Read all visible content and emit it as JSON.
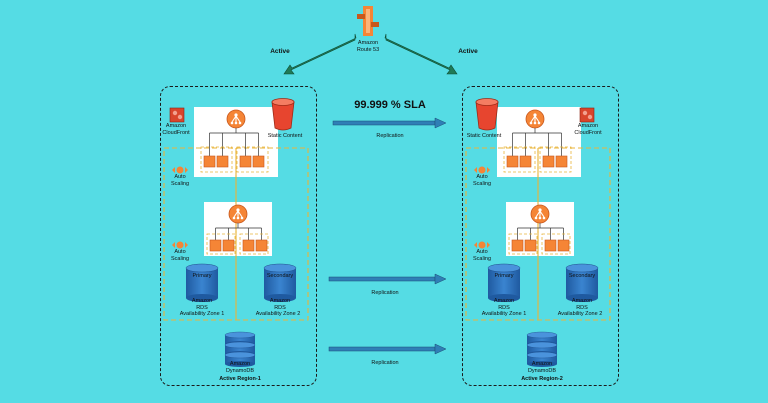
{
  "route53": {
    "name": "Amazon",
    "name2": "Route 53",
    "icon": "route53-icon"
  },
  "active_left": "Active",
  "active_right": "Active",
  "sla": "99.999 % SLA",
  "replication": [
    "Replication",
    "Replication",
    "Replication"
  ],
  "left": {
    "cloudfront": [
      "Amazon",
      "CloudFront"
    ],
    "static_content": "Static Content",
    "autoscaling_top": [
      "Auto",
      "Scaling"
    ],
    "autoscaling_mid": [
      "Auto",
      "Scaling"
    ],
    "primary_label": "Primary",
    "secondary_label": "Secondary",
    "rds1": [
      "Amazon",
      "RDS"
    ],
    "rds2": [
      "Amazon",
      "RDS"
    ],
    "zone1": "Availability Zone 1",
    "zone2": "Availability Zone 2",
    "dynamo": [
      "Amazon",
      "DynamoDB"
    ],
    "region": "Active Region-1"
  },
  "right": {
    "cloudfront": [
      "Amazon",
      "CloudFront"
    ],
    "static_content": "Static Content",
    "autoscaling_top": [
      "Auto",
      "Scaling"
    ],
    "autoscaling_mid": [
      "Auto",
      "Scaling"
    ],
    "primary_label": "Primary",
    "secondary_label": "Secondary",
    "rds1": [
      "Amazon",
      "RDS"
    ],
    "rds2": [
      "Amazon",
      "RDS"
    ],
    "zone1": "Availability Zone 1",
    "zone2": "Availability Zone 2",
    "dynamo": [
      "Amazon",
      "DynamoDB"
    ],
    "region": "Active Region-2"
  },
  "colors": {
    "background": "#55dce4",
    "arrow_green": "#1f7a57",
    "replication_arrow": "#2f7fb6",
    "elb_orange": "#f58536",
    "instance_orange": "#f58536",
    "bucket_red": "#e7452f",
    "rds_blue": "#2f6fb8",
    "zone_dash": "#e9b53b"
  }
}
